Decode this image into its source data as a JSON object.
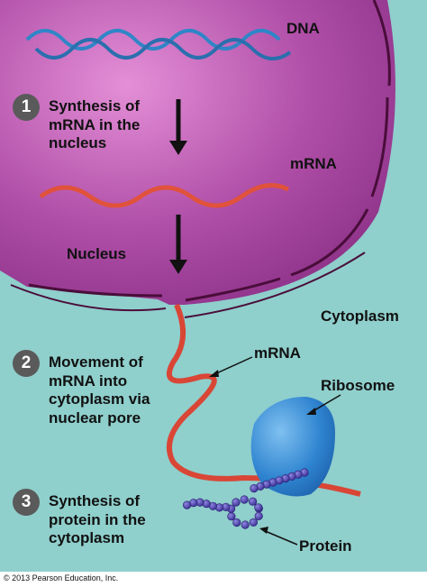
{
  "colors": {
    "background": "#8fcfcc",
    "nucleus": "#b04fa8",
    "nucleus_highlight": "#e48fd7",
    "envelope": "#4a0d3a",
    "dna": "#2f86c7",
    "mrna": "#e0523b",
    "ribosome": "#2f84d0",
    "protein": "#4a3ea6"
  },
  "labels": {
    "dna": "DNA",
    "mrna_nucleus": "mRNA",
    "nucleus": "Nucleus",
    "cytoplasm": "Cytoplasm",
    "mrna_cytoplasm": "mRNA",
    "ribosome": "Ribosome",
    "protein": "Protein"
  },
  "steps": [
    {
      "number": "1",
      "text": "Synthesis of\nmRNA in the\nnucleus"
    },
    {
      "number": "2",
      "text": "Movement of\nmRNA into\ncytoplasm via\nnuclear pore"
    },
    {
      "number": "3",
      "text": "Synthesis of\nprotein in the\ncytoplasm"
    }
  ],
  "footer": {
    "copyright": "© 2013 Pearson Education, Inc."
  }
}
